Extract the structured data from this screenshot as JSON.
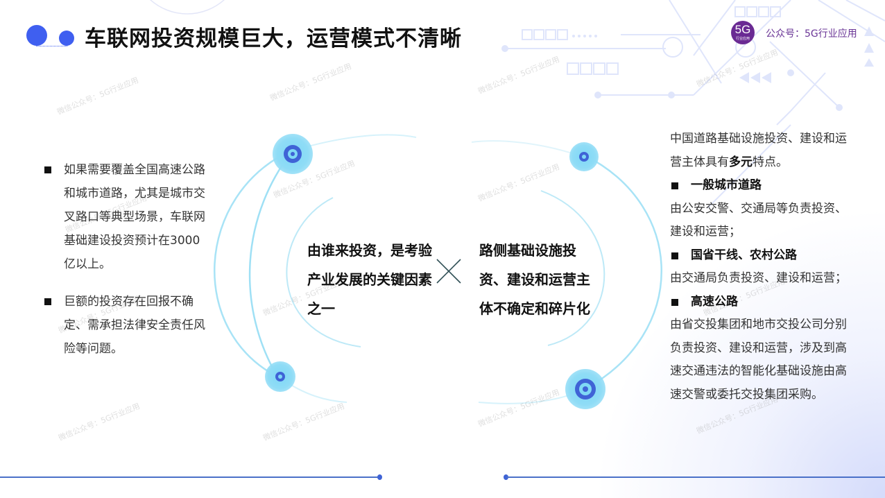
{
  "header": {
    "title": "车联网投资规模巨大，运营模式不清晰",
    "brand": {
      "badge_main": "5G",
      "badge_sub": "行业应用",
      "label": "公众号：5G行业应用",
      "color": "#6a2a93"
    }
  },
  "left_column": {
    "bullets": [
      {
        "text": "如果需要覆盖全国高速公路和城市道路，尤其是城市交叉路口等典型场景，车联网基础建设投资预计在3000亿以上。"
      },
      {
        "text": "巨额的投资存在回报不确定、需承担法律安全责任风险等问题。"
      }
    ]
  },
  "center": {
    "left_statement": "由谁来投资，是考验产业发展的关键因素之一",
    "connector_icon": "times-icon",
    "right_statement": "路侧基础设施投资、建设和运营主体不确定和碎片化"
  },
  "right_column": {
    "intro_prefix": "中国道路基础设施投资、建设和运营主体具有",
    "intro_emphasis": "多元",
    "intro_suffix": "特点。",
    "sections": [
      {
        "heading": "一般城市道路",
        "body": "由公安交警、交通局等负责投资、建设和运营；"
      },
      {
        "heading": "国省干线、农村公路",
        "body": "由交通局负责投资、建设和运营；"
      },
      {
        "heading": "高速公路",
        "body": "由省交投集团和地市交投公司分别负责投资、建设和运营，涉及到高速交通违法的智能化基础设施由高速交警或委托交投集团采购。"
      }
    ]
  },
  "watermark": {
    "text": "微信公众号：5G行业应用"
  },
  "colors": {
    "accent_blue": "#3f5ff0",
    "node_cyan": "#7fd8f5",
    "node_core": "#3f63d6",
    "footer_line": "#4a70c8"
  }
}
